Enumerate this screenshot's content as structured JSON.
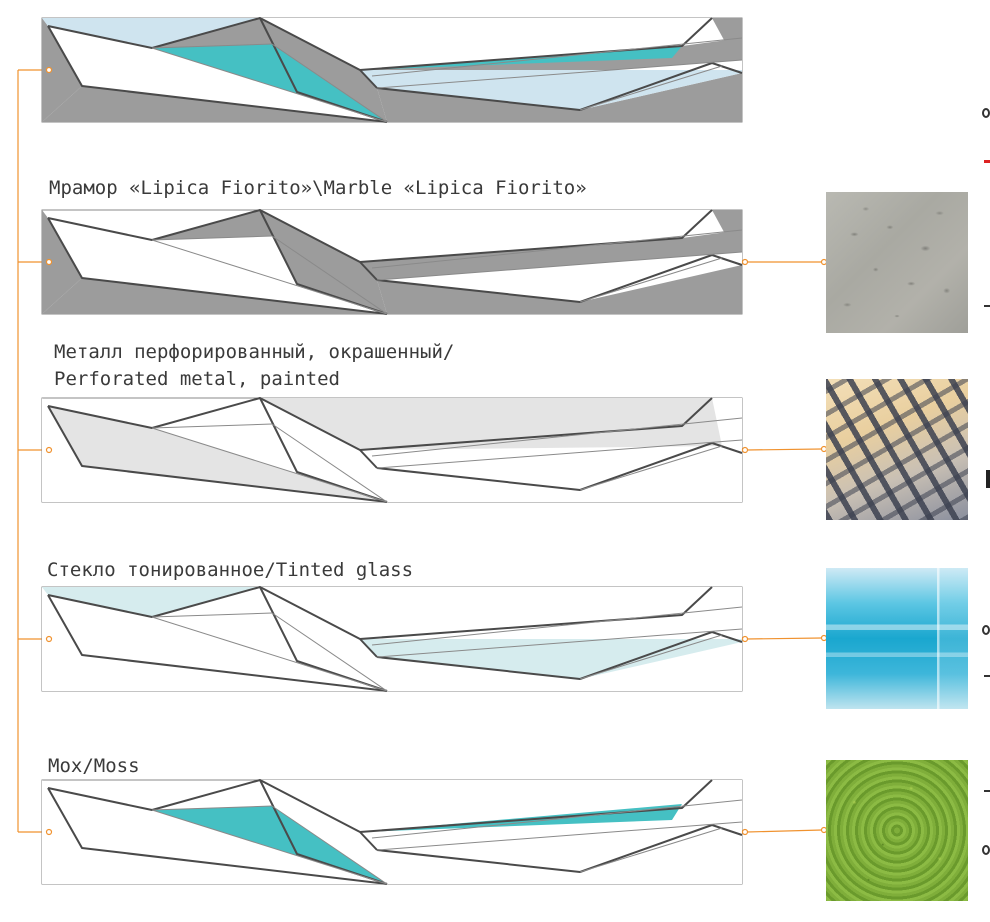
{
  "colors": {
    "outline": "#4a4a4a",
    "thin_line": "#8a8a8a",
    "concrete_fill": "#9c9c9c",
    "sky_fill": "#cfe4ef",
    "teal_fill": "#45c0c3",
    "metal_fill": "#e4e4e4",
    "glass_fill": "#d6ecee",
    "connector": "#f0922f"
  },
  "labels": {
    "marble": "Мрамор «Lipica Fiorito»\\Marble «Lipica Fiorito»",
    "metal_line1": "Металл перфорированный, окрашенный/",
    "metal_line2": "Perforated metal, painted",
    "glass": "Стекло тонированное/Tinted glass",
    "moss": "Мох/Moss"
  },
  "swatches": [
    {
      "material": "marble"
    },
    {
      "material": "perforated-metal"
    },
    {
      "material": "tinted-glass"
    },
    {
      "material": "moss"
    }
  ],
  "panels": [
    {
      "id": "combined",
      "fill_style": "combined"
    },
    {
      "id": "marble",
      "fill_style": "marble"
    },
    {
      "id": "metal",
      "fill_style": "metal"
    },
    {
      "id": "glass",
      "fill_style": "glass"
    },
    {
      "id": "moss",
      "fill_style": "moss"
    }
  ]
}
